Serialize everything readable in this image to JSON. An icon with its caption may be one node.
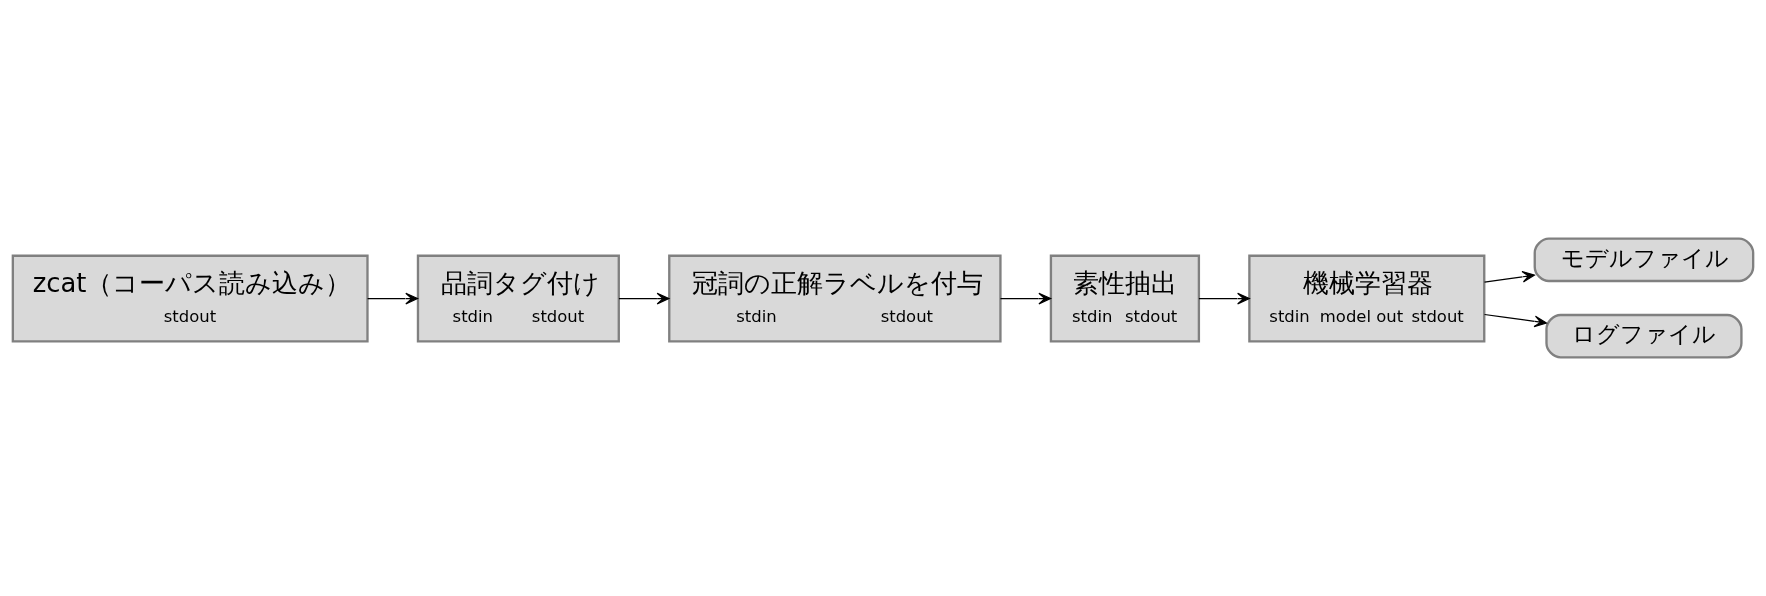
{
  "diagram": {
    "nodes": [
      {
        "text": [
          "zcat（コーパス読み込み）",
          "stdout"
        ]
      },
      {
        "text": [
          "品詞タグ付け",
          "stdin",
          "stdout"
        ]
      },
      {
        "text": [
          "冠詞の正解ラベルを付与",
          "stdin",
          "stdout"
        ]
      },
      {
        "text": [
          "素性抽出",
          "stdin",
          "stdout"
        ]
      },
      {
        "text": [
          "機械学習器",
          "stdin",
          "model out",
          "stdout"
        ]
      },
      {
        "text": [
          "モデルファイル"
        ]
      },
      {
        "text": [
          "ログファイル"
        ]
      }
    ],
    "edges": [
      {
        "from": 0,
        "to": 1,
        "arrow": "to"
      },
      {
        "from": 1,
        "to": 2,
        "arrow": "to"
      },
      {
        "from": 2,
        "to": 3,
        "arrow": "to"
      },
      {
        "from": 3,
        "to": 4,
        "arrow": "to"
      },
      {
        "from": 4,
        "to": 5,
        "arrow": "to"
      },
      {
        "from": 4,
        "to": 6,
        "arrow": "to"
      }
    ]
  }
}
